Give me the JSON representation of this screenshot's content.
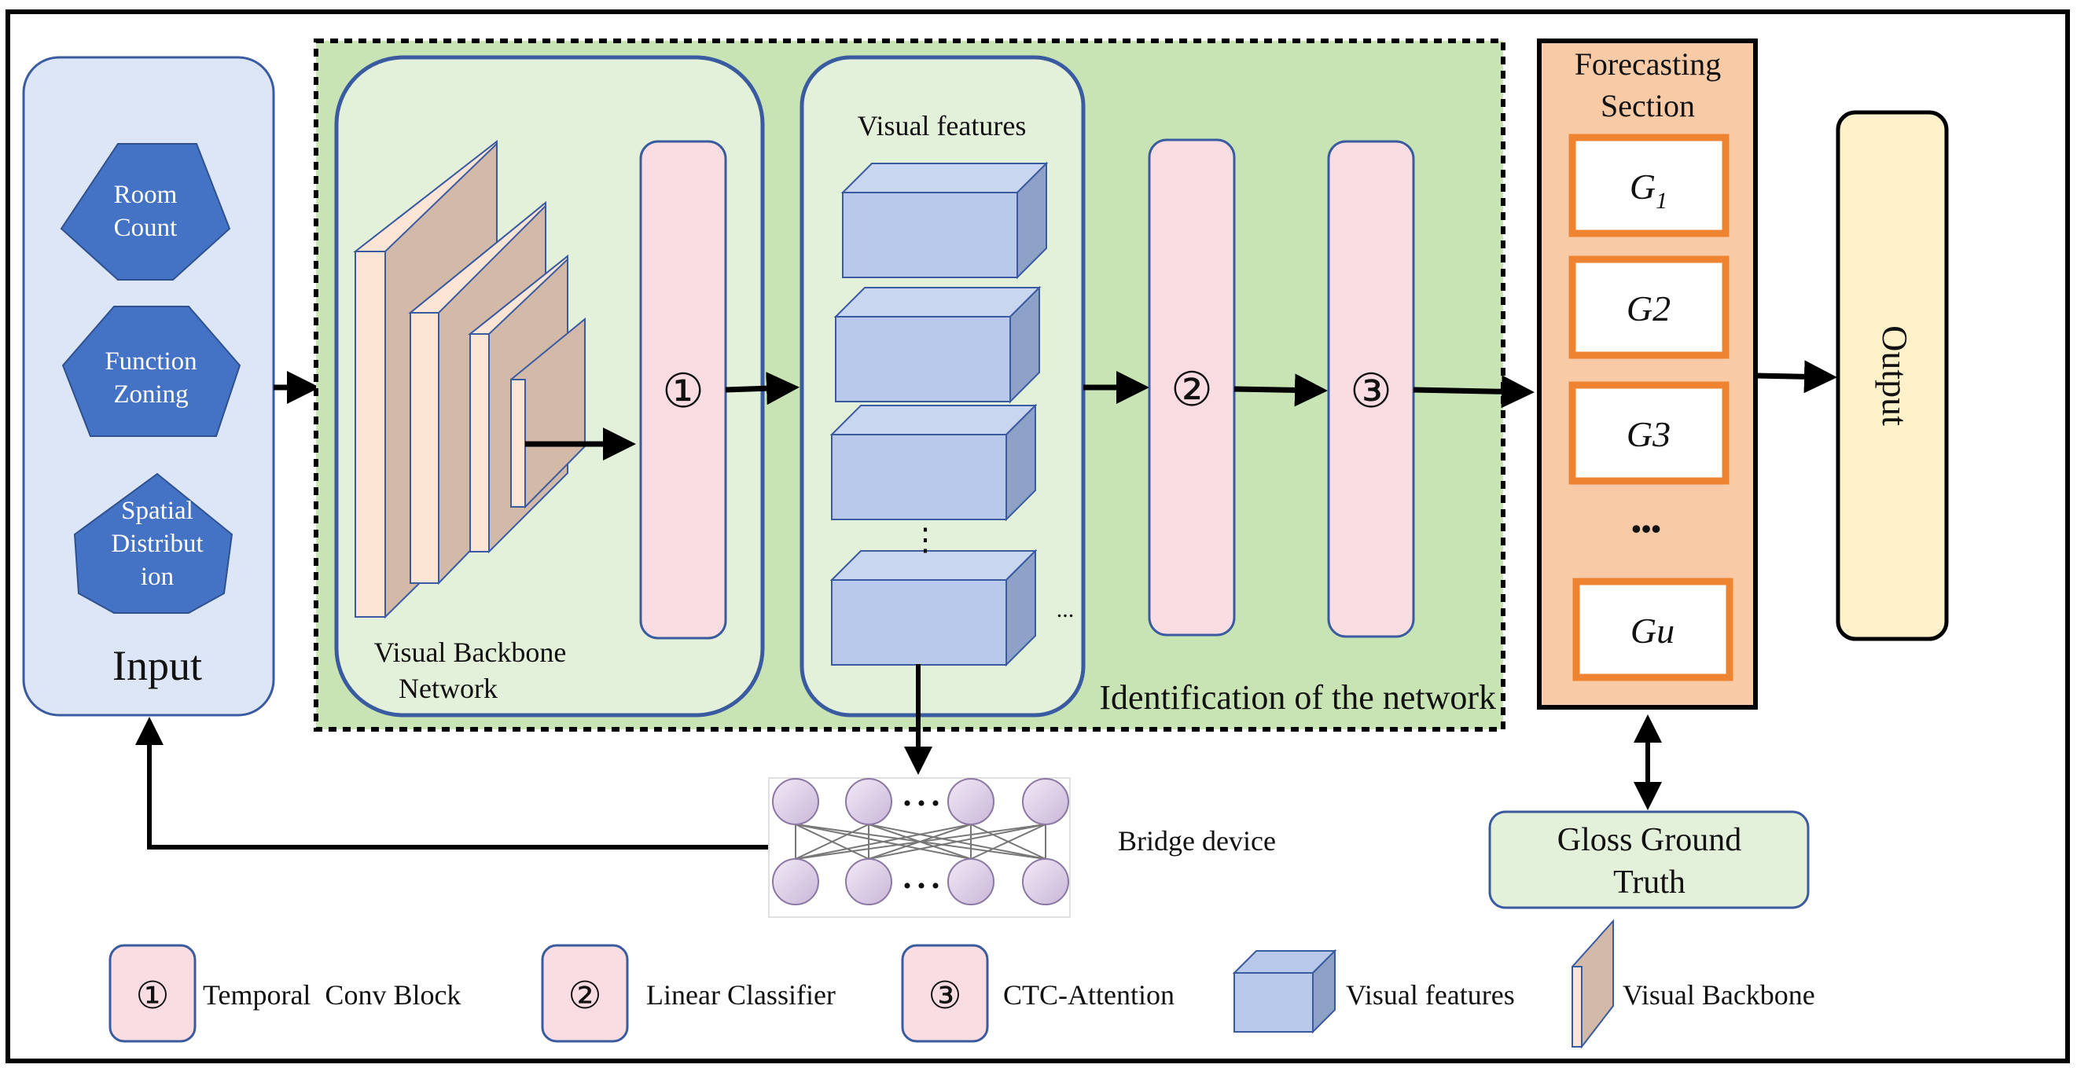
{
  "input": {
    "label": "Input",
    "items": [
      [
        "Room",
        "Count"
      ],
      [
        "Function",
        "Zoning"
      ],
      [
        "Spatial",
        "Distribut",
        "ion"
      ]
    ]
  },
  "backbone": {
    "caption_line1": "Visual Backbone",
    "caption_line2": "Network"
  },
  "features": {
    "title": "Visual features",
    "ellipsis": "...",
    "vdots": "⋮"
  },
  "network_label": "Identification of the network",
  "blocks": {
    "b1": "①",
    "b2": "②",
    "b3": "③"
  },
  "forecasting": {
    "title_line1": "Forecasting",
    "title_line2": "Section",
    "items": [
      "G1",
      "G2",
      "G3",
      "Gu"
    ],
    "ellipsis": "•••"
  },
  "output_label": "Output",
  "bridge": {
    "label": "Bridge device",
    "dots": "• • •"
  },
  "gloss": {
    "line1": "Gloss Ground",
    "line2": "Truth"
  },
  "legend": [
    {
      "symbol": "①",
      "label": "Temporal  Conv Block"
    },
    {
      "symbol": "②",
      "label": "Linear Classifier"
    },
    {
      "symbol": "③",
      "label": "CTC-Attention"
    },
    {
      "symbol": "",
      "label": "Visual features"
    },
    {
      "symbol": "",
      "label": "Visual Backbone"
    }
  ],
  "colors": {
    "input_bg": "#dce6f6",
    "network_bg": "#c8e3b4",
    "sub_bg": "#e4f1da",
    "block_pink": "#f9dde3",
    "feature_blue": "#b8c9eb",
    "hex_blue": "#4472c4",
    "forecast_bg": "#f8caa5",
    "forecast_border": "#ee8432",
    "output_bg": "#fff1c9",
    "backbone_brown": "#d2b9a8",
    "backbone_cream": "#fde5d6",
    "gloss_bg": "#e4f1da",
    "stroke_blue": "#3a5ba0"
  }
}
